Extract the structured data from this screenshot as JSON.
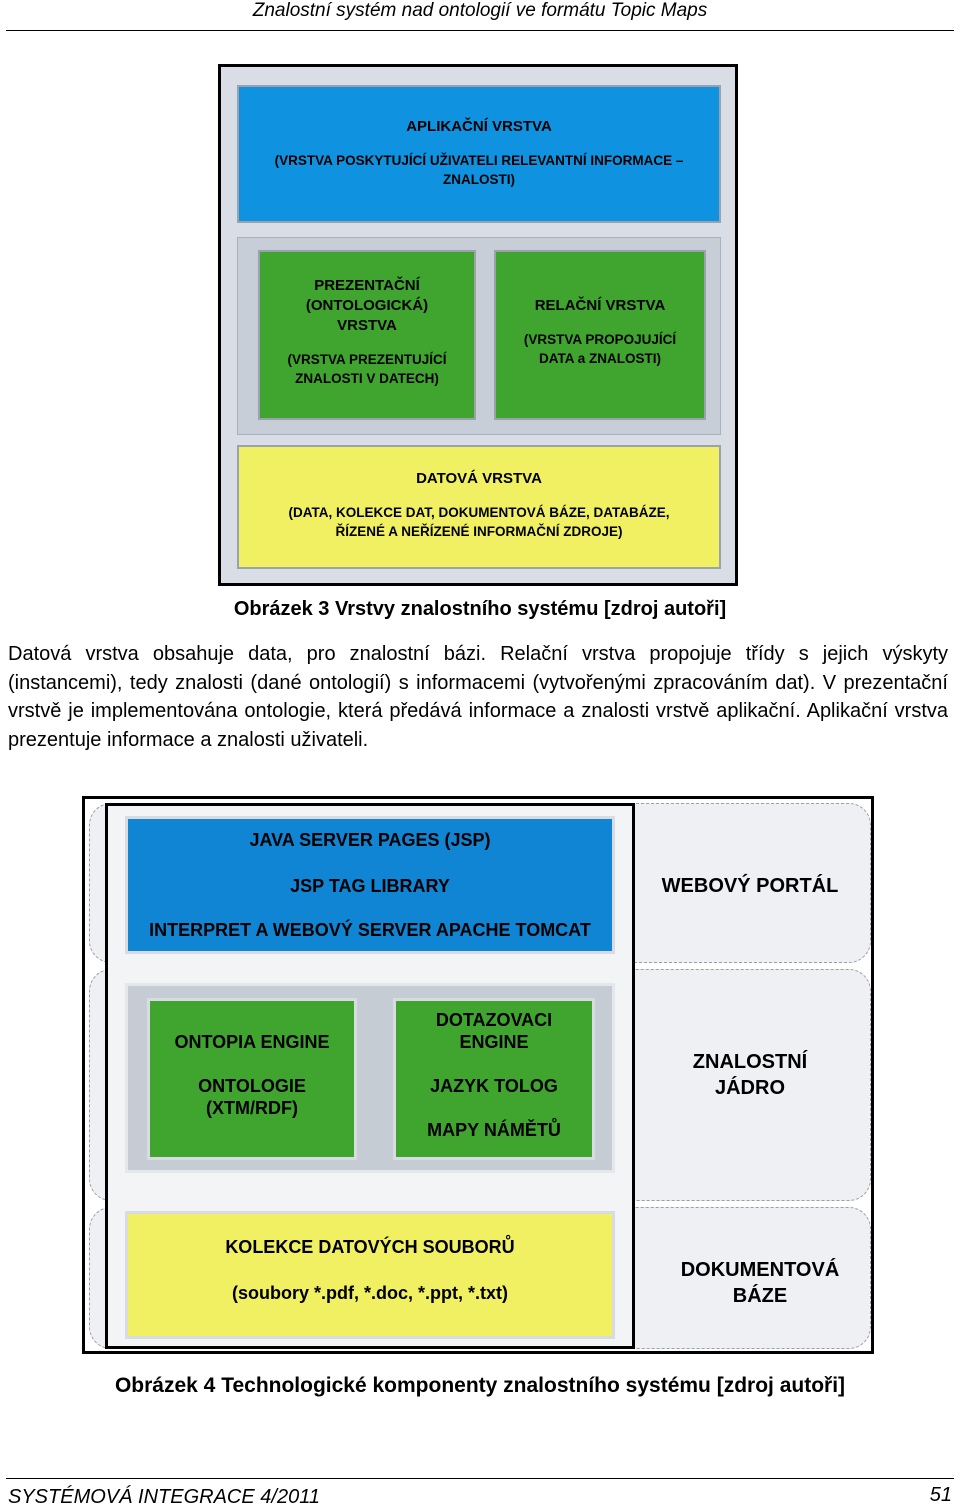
{
  "header": {
    "title": "Znalostní systém nad ontologií ve formátu Topic Maps"
  },
  "figure1": {
    "application": {
      "title": "APLIKAČNÍ VRSTVA",
      "sub1": "(VRSTVA POSKYTUJÍCÍ UŽIVATELI RELEVANTNÍ INFORMACE –",
      "sub2": "ZNALOSTI)"
    },
    "presentation": {
      "t1": "PREZENTAČNÍ",
      "t2": "(ONTOLOGICKÁ)",
      "t3": "VRSTVA",
      "s1": "(VRSTVA PREZENTUJÍCÍ",
      "s2": "ZNALOSTI V DATECH)"
    },
    "relational": {
      "title": "RELAČNÍ VRSTVA",
      "s1": "(VRSTVA PROPOJUJÍCÍ",
      "s2": "DATA a ZNALOSTI)"
    },
    "data": {
      "title": "DATOVÁ VRSTVA",
      "s1": "(DATA, KOLEKCE DAT, DOKUMENTOVÁ BÁZE, DATABÁZE,",
      "s2": "ŘÍZENÉ A NEŘÍZENÉ INFORMAČNÍ ZDROJE)"
    },
    "caption": "Obrázek 3 Vrstvy znalostního systému [zdroj autoři]"
  },
  "paragraph": "Datová vrstva obsahuje data, pro znalostní bázi. Relační vrstva propojuje třídy s jejich výskyty (instancemi), tedy znalosti (dané ontologií) s informacemi (vytvořenými zpracováním dat). V prezentační vrstvě je implementována ontologie, která předává informace a znalosti vrstvě aplikační. Aplikační vrstva prezentuje informace a znalosti uživateli.",
  "figure2": {
    "jsp": {
      "l1": "JAVA SERVER PAGES (JSP)",
      "l2": "JSP TAG LIBRARY",
      "l3": "INTERPRET A WEBOVÝ SERVER APACHE TOMCAT"
    },
    "ontopia": {
      "l1": "ONTOPIA ENGINE",
      "l2": "ONTOLOGIE",
      "l3": "(XTM/RDF)"
    },
    "dotaz": {
      "l1": "DOTAZOVACI",
      "l2": "ENGINE",
      "l3": "JAZYK TOLOG",
      "l4": "MAPY NÁMĚTŮ"
    },
    "kolekce": {
      "l1": "KOLEKCE DATOVÝCH SOUBORŮ",
      "l2": "(soubory *.pdf, *.doc, *.ppt, *.txt)"
    },
    "side": {
      "portal": "WEBOVÝ PORTÁL",
      "jadro1": "ZNALOSTNÍ",
      "jadro2": "JÁDRO",
      "baze1": "DOKUMENTOVÁ",
      "baze2": "BÁZE"
    },
    "caption": "Obrázek 4 Technologické komponenty znalostního systému [zdroj autoři]"
  },
  "footer": {
    "journal": "SYSTÉMOVÁ INTEGRACE 4/2011",
    "page": "51"
  }
}
